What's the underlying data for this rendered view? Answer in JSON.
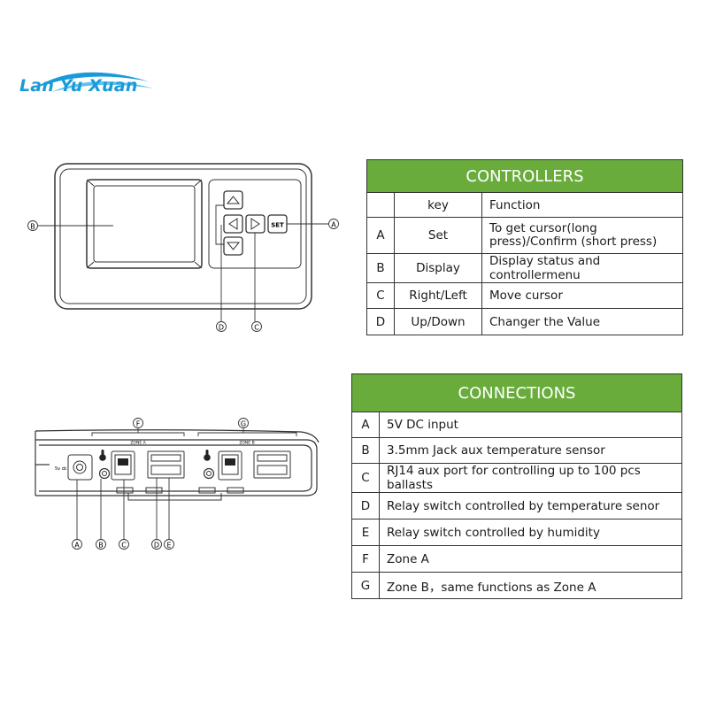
{
  "brand": {
    "logo_text": "Lan Yu Xuan",
    "color": "#1a9ad8"
  },
  "accent_color": "#69ac3c",
  "device_top": {
    "set_button_label": "SET",
    "callouts": {
      "display": "B",
      "set": "A",
      "up_down": "D",
      "right_left": "C"
    }
  },
  "device_back": {
    "dc_label": "5v dc",
    "zone_a_label": "ZONE A",
    "zone_b_label": "ZONE B",
    "group_labels": {
      "zone_a": "F",
      "zone_b": "G"
    },
    "callouts": [
      "A",
      "B",
      "C",
      "D",
      "E"
    ]
  },
  "controllers": {
    "title": "CONTROLLERS",
    "header": [
      "",
      "key",
      "Function"
    ],
    "rows": [
      {
        "id": "A",
        "key": "Set",
        "function": "To get cursor(long press)/Confirm (short press)"
      },
      {
        "id": "B",
        "key": "Display",
        "function": "Display status and controllermenu"
      },
      {
        "id": "C",
        "key": "Right/Left",
        "function": "Move cursor"
      },
      {
        "id": "D",
        "key": "Up/Down",
        "function": "Changer the Value"
      }
    ]
  },
  "connections": {
    "title": "CONNECTIONS",
    "rows": [
      {
        "id": "A",
        "text": "5V DC input"
      },
      {
        "id": "B",
        "text": "3.5mm Jack aux temperature sensor"
      },
      {
        "id": "C",
        "text": "RJ14 aux port for controlling up to 100 pcs ballasts"
      },
      {
        "id": "D",
        "text": "Relay switch controlled by temperature senor"
      },
      {
        "id": "E",
        "text": "Relay switch controlled by humidity"
      },
      {
        "id": "F",
        "text": "Zone A"
      },
      {
        "id": "G",
        "text": "Zone B，same functions as Zone A"
      }
    ]
  }
}
